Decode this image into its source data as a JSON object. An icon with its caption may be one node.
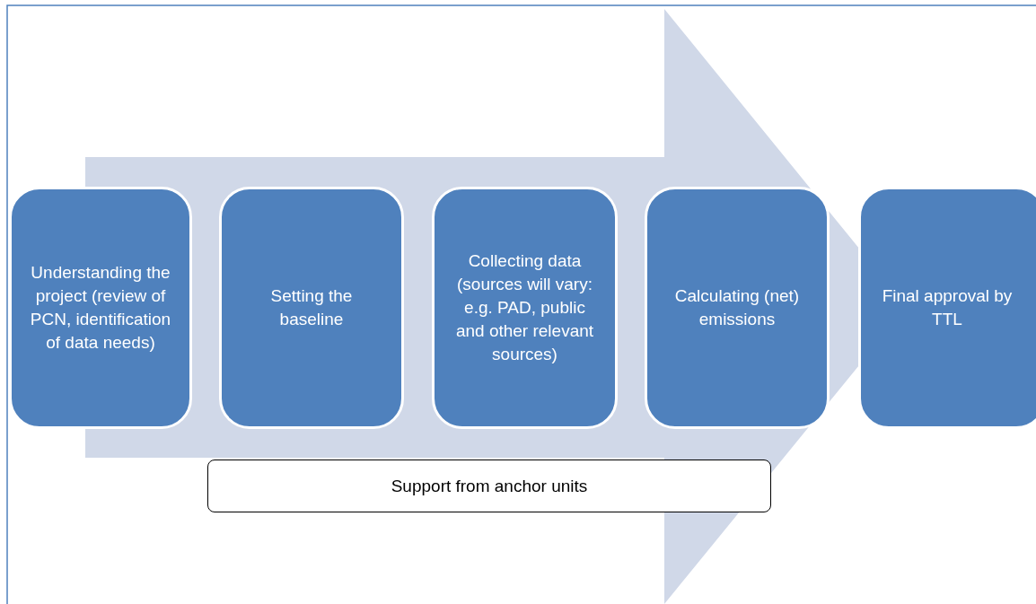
{
  "diagram": {
    "nodes": [
      {
        "text": [
          "Understanding the project (review of PCN, identification of data needs)"
        ]
      },
      {
        "text": [
          "Setting the baseline"
        ]
      },
      {
        "text": [
          "Collecting data (sources will vary: e.g. PAD, public and other relevant sources)"
        ]
      },
      {
        "text": [
          "Calculating (net) emissions"
        ]
      },
      {
        "text": [
          "Final approval by TTL"
        ]
      },
      {
        "text": [
          "Support from anchor units"
        ]
      }
    ],
    "edges": [
      {
        "from": 0,
        "to": 4,
        "arrow": "to"
      }
    ]
  }
}
